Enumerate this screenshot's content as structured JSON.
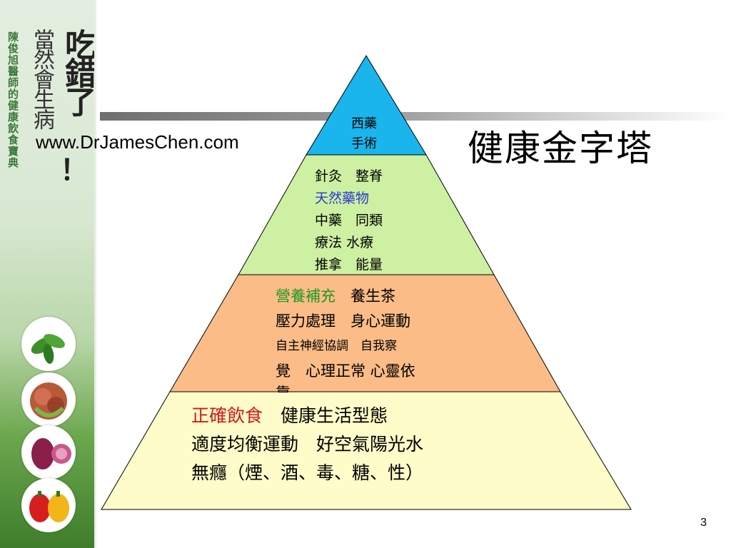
{
  "sidebar": {
    "small_text": "陳俊旭醫師的健康飲食寶典",
    "mid_text": "當然會生病",
    "big_text": "吃錯了",
    "exclaim": "！"
  },
  "header": {
    "url": "www.DrJamesChen.com",
    "title": "健康金字塔"
  },
  "pyramid": {
    "tier1": {
      "line1": "西藥",
      "line2": "手術"
    },
    "tier2": {
      "line1": "針灸　整脊",
      "line2": "天然藥物",
      "line3": "中藥　同類",
      "line4": "療法 水療",
      "line5": "推拿　能量"
    },
    "tier3": {
      "line1_a": "營養補充",
      "line1_b": "　養生茶",
      "line2": "壓力處理　身心運動",
      "line3": "自主神經協調　自我察",
      "line4": "覺　心理正常 心靈依",
      "line5": "靠"
    },
    "tier4": {
      "line1_a": "正確飲食",
      "line1_b": "　健康生活型態",
      "line2": "適度均衡運動　好空氣陽光水",
      "line3": "無癮（煙、酒、毒、糖、性）"
    },
    "colors": {
      "tier1": "#1ab5ec",
      "tier2": "#cdf0a2",
      "tier3": "#fbbc87",
      "tier4": "#fefcc8"
    }
  },
  "page_number": "3"
}
